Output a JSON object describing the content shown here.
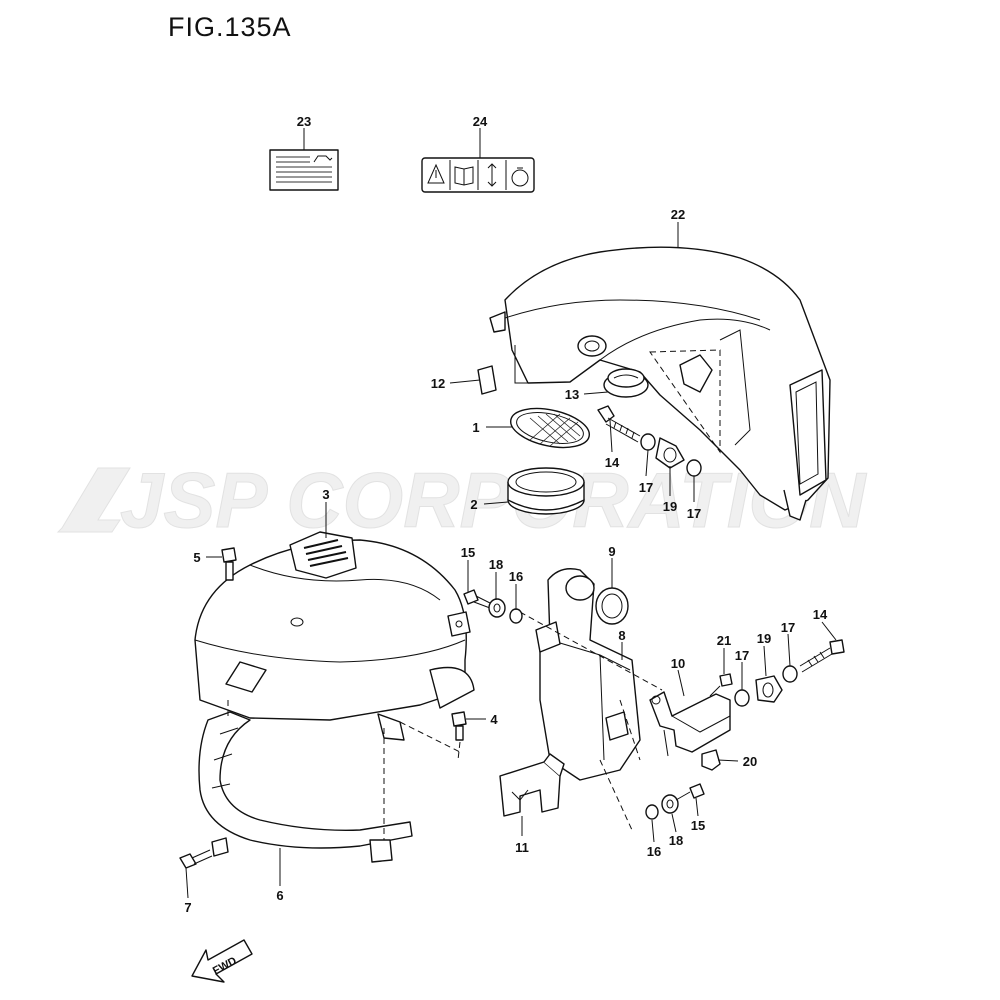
{
  "figure": {
    "title": "FIG.135A",
    "watermark": "JSP CORPORATION",
    "direction_arrow": "FWD"
  },
  "callouts": [
    {
      "id": "c23",
      "text": "23"
    },
    {
      "id": "c24",
      "text": "24"
    },
    {
      "id": "c22",
      "text": "22"
    },
    {
      "id": "c12",
      "text": "12"
    },
    {
      "id": "c13",
      "text": "13"
    },
    {
      "id": "c1",
      "text": "1"
    },
    {
      "id": "c14a",
      "text": "14"
    },
    {
      "id": "c17a",
      "text": "17"
    },
    {
      "id": "c19a",
      "text": "19"
    },
    {
      "id": "c17b",
      "text": "17"
    },
    {
      "id": "c2",
      "text": "2"
    },
    {
      "id": "c3",
      "text": "3"
    },
    {
      "id": "c5",
      "text": "5"
    },
    {
      "id": "c15a",
      "text": "15"
    },
    {
      "id": "c18a",
      "text": "18"
    },
    {
      "id": "c16a",
      "text": "16"
    },
    {
      "id": "c9",
      "text": "9"
    },
    {
      "id": "c8",
      "text": "8"
    },
    {
      "id": "c14b",
      "text": "14"
    },
    {
      "id": "c21",
      "text": "21"
    },
    {
      "id": "c19b",
      "text": "19"
    },
    {
      "id": "c17c",
      "text": "17"
    },
    {
      "id": "c10",
      "text": "10"
    },
    {
      "id": "c17d",
      "text": "17"
    },
    {
      "id": "c4",
      "text": "4"
    },
    {
      "id": "c20",
      "text": "20"
    },
    {
      "id": "c15b",
      "text": "15"
    },
    {
      "id": "c18b",
      "text": "18"
    },
    {
      "id": "c16b",
      "text": "16"
    },
    {
      "id": "c11",
      "text": "11"
    },
    {
      "id": "c7",
      "text": "7"
    },
    {
      "id": "c6",
      "text": "6"
    }
  ]
}
